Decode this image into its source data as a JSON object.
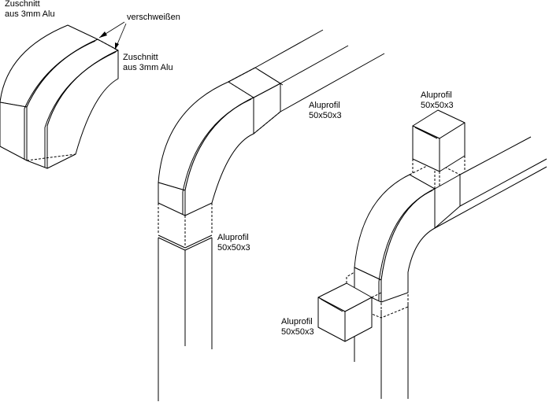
{
  "labels": {
    "zuschnitt_top_1": "Zuschnitt",
    "zuschnitt_top_2": "aus 3mm Alu",
    "verschweissen": "verschweißen",
    "zuschnitt_mid_1": "Zuschnitt",
    "zuschnitt_mid_2": "aus 3mm Alu",
    "aluprofil_a_1": "Aluprofil",
    "aluprofil_a_2": "50x50x3",
    "aluprofil_b_1": "Aluprofil",
    "aluprofil_b_2": "50x50x3",
    "aluprofil_c_1": "Aluprofil",
    "aluprofil_c_2": "50x50x3",
    "aluprofil_d_1": "Aluprofil",
    "aluprofil_d_2": "50x50x3"
  }
}
